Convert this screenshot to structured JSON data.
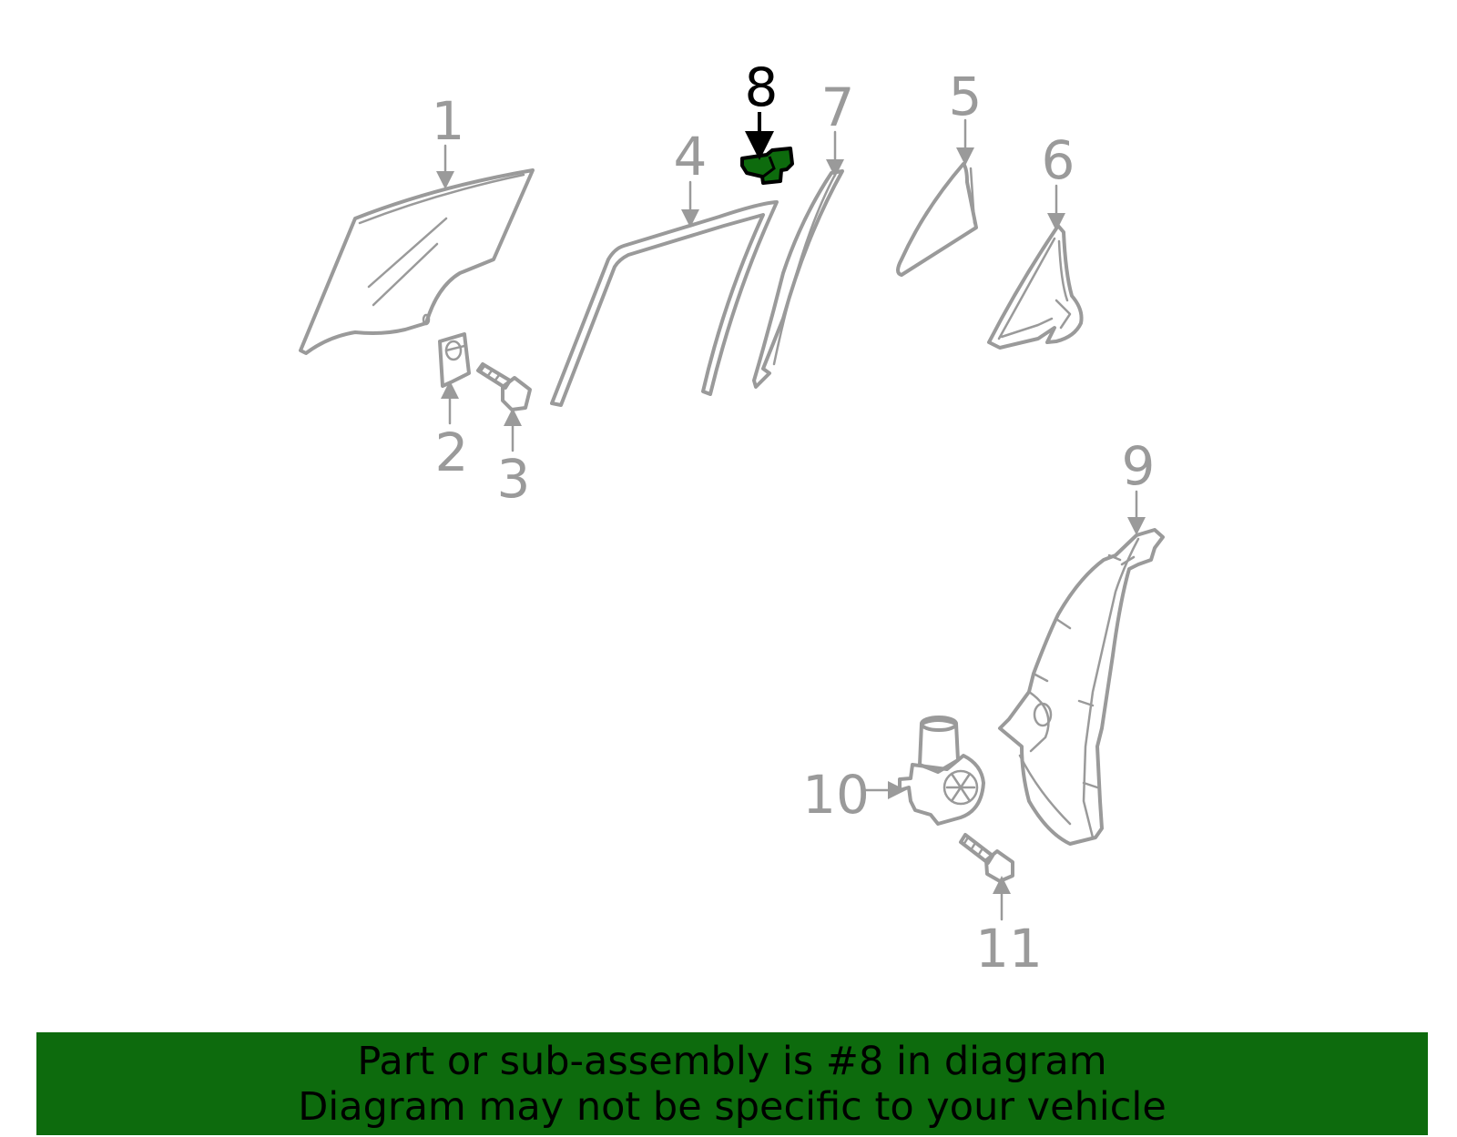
{
  "callouts": [
    {
      "id": "1",
      "label": "1"
    },
    {
      "id": "2",
      "label": "2"
    },
    {
      "id": "3",
      "label": "3"
    },
    {
      "id": "4",
      "label": "4"
    },
    {
      "id": "5",
      "label": "5"
    },
    {
      "id": "6",
      "label": "6"
    },
    {
      "id": "7",
      "label": "7"
    },
    {
      "id": "8",
      "label": "8"
    },
    {
      "id": "9",
      "label": "9"
    },
    {
      "id": "10",
      "label": "10"
    },
    {
      "id": "11",
      "label": "11"
    }
  ],
  "highlighted_part": "8",
  "colors": {
    "highlight": "#0d6b0d",
    "part_stroke": "#9a9a9a",
    "active_label": "#000000",
    "banner_background": "#0d6b0d"
  },
  "banner": {
    "line1": "Part or sub-assembly is #8 in diagram",
    "line2": "Diagram may not be specific to your vehicle"
  }
}
